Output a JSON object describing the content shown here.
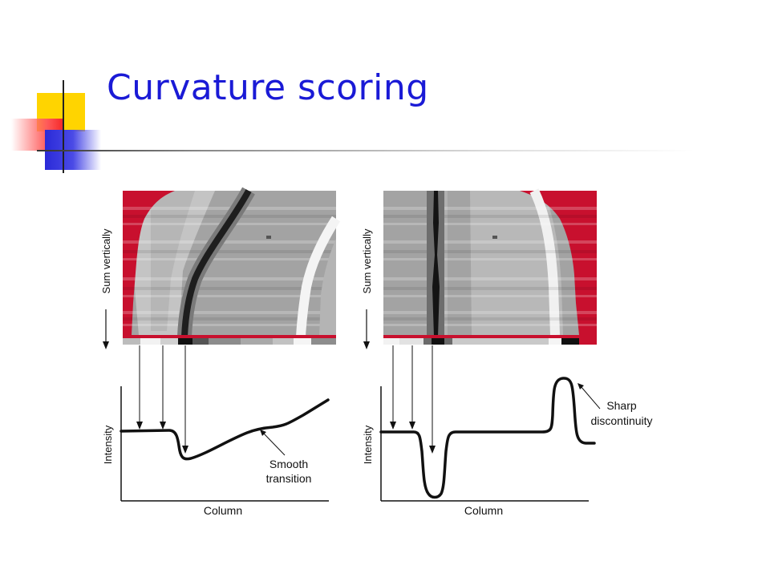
{
  "slide": {
    "title": "Curvature scoring"
  },
  "figure": {
    "left_panel": {
      "vertical_label": "Sum vertically",
      "x_axis_label": "Column",
      "y_axis_label": "Intensity",
      "annotation_line1": "Smooth",
      "annotation_line2": "transition"
    },
    "right_panel": {
      "vertical_label": "Sum vertically",
      "x_axis_label": "Column",
      "y_axis_label": "Intensity",
      "annotation_line1": "Sharp",
      "annotation_line2": "discontinuity"
    }
  },
  "colors": {
    "title": "#1a1ad6",
    "accent_red": "#c8102e",
    "band_dark": "#111111",
    "band_light": "#f2f2f2"
  }
}
